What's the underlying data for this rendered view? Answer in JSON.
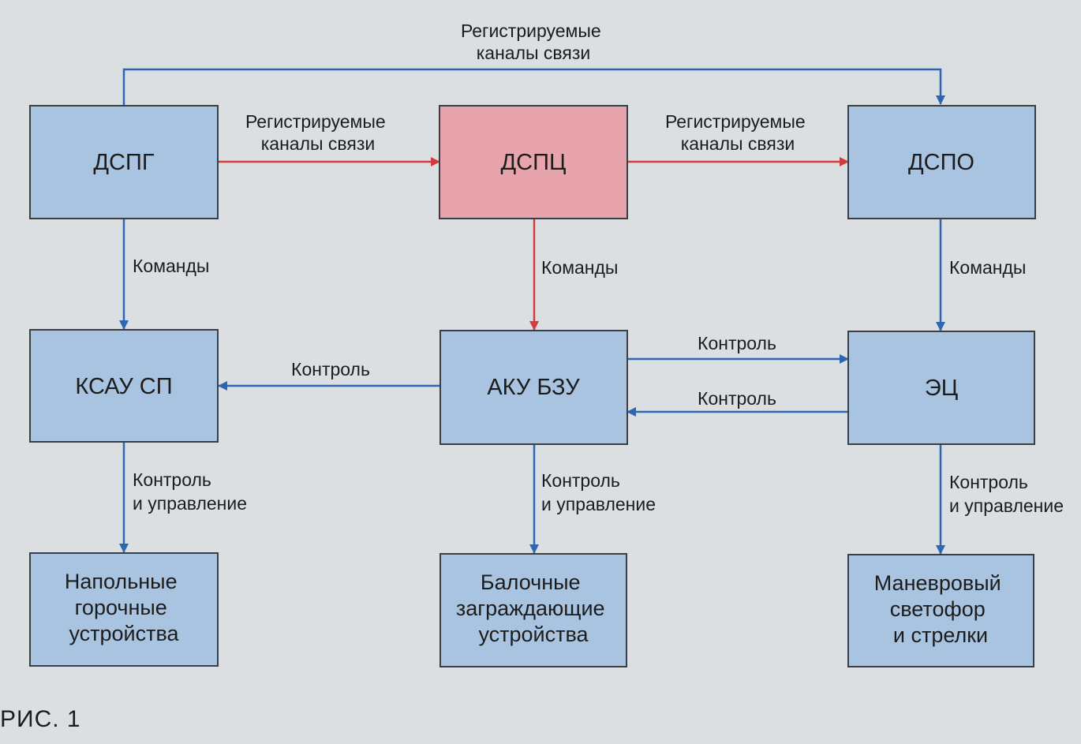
{
  "nodes": {
    "dspg": {
      "lines": [
        "ДСПГ"
      ]
    },
    "dspc": {
      "lines": [
        "ДСПЦ"
      ]
    },
    "dspo": {
      "lines": [
        "ДСПО"
      ]
    },
    "ksau": {
      "lines": [
        "КСАУ СП"
      ]
    },
    "aku": {
      "lines": [
        "АКУ БЗУ"
      ]
    },
    "ec": {
      "lines": [
        "ЭЦ"
      ]
    },
    "floor": {
      "lines": [
        "Напольные",
        "горочные",
        "устройства"
      ]
    },
    "beam": {
      "lines": [
        "Балочные",
        "заграждающие",
        "устройства"
      ]
    },
    "shunt": {
      "lines": [
        "Маневровый",
        "светофор",
        "и стрелки"
      ]
    }
  },
  "edge_labels": {
    "top_arc": [
      "Регистрируемые",
      "каналы связи"
    ],
    "dspg_dspc": [
      "Регистрируемые",
      "каналы связи"
    ],
    "dspc_dspo": [
      "Регистрируемые",
      "каналы связи"
    ],
    "commands_left": "Команды",
    "commands_mid": "Команды",
    "commands_right": "Команды",
    "control_aku_ksau": "Контроль",
    "control_aku_ec": "Контроль",
    "control_ec_aku": "Контроль",
    "cm_left": [
      "Контроль",
      "и управление"
    ],
    "cm_mid": [
      "Контроль",
      "и управление"
    ],
    "cm_right": [
      "Контроль",
      "и управление"
    ]
  },
  "colors": {
    "box_blue": "#a9c4e0",
    "box_red": "#e8a4ac",
    "arrow_blue": "#2e66b0",
    "arrow_red": "#d23c3c"
  },
  "caption": "РИС. 1"
}
